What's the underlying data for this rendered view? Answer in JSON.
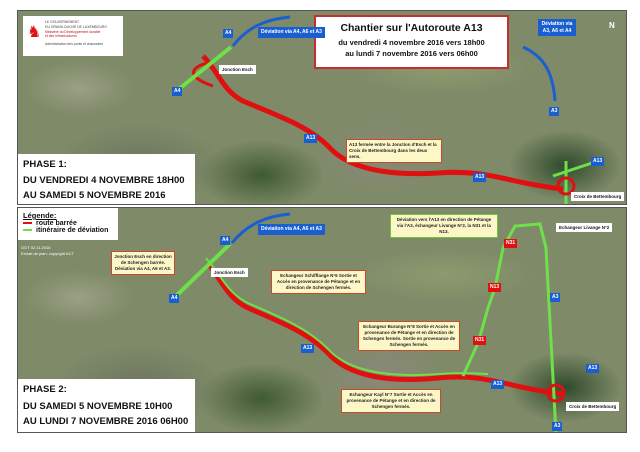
{
  "logo": {
    "line1": "LE GOUVERNEMENT",
    "line2": "DU GRAND-DUCHÉ DE LUXEMBOURG",
    "line3": "Ministère du Développement durable",
    "line4": "et des Infrastructures",
    "line5": "Administration des ponts et chaussées"
  },
  "header": {
    "title": "Chantier sur l'Autoroute A13",
    "line1": "du vendredi 4 novembre 2016 vers 18h00",
    "line2": "au lundi 7 novembre 2016 vers 06h00"
  },
  "phase1": {
    "title": "PHASE 1:",
    "from": "DU VENDREDI 4 NOVEMBRE 18H00",
    "to": "AU SAMEDI 5 NOVEMBRE 2016 10H00",
    "junction_esch": "Jonction Esch",
    "deviation_west": "Déviation via A4, A6 et A3",
    "deviation_east": "Déviation via A3, A6 et A4",
    "closure_note": "A13 fermée entre la Jonction d'Esch et la Croix de Bettembourg dans les deux sens.",
    "croix": "Croix de Bettembourg"
  },
  "phase2": {
    "title": "PHASE 2:",
    "from": "DU SAMEDI 5 NOVEMBRE 10H00",
    "to": "AU LUNDI 7 NOVEMBRE 2016 06H00",
    "junction_esch": "Jonction Esch",
    "deviation_west": "Déviation via A4, A6 et A3",
    "esch_note": "Jonction Esch en direction de Schengen barrée. Déviation via A4, A6 et A3.",
    "schifflange": "Echangeur Schifflange N°6 Sortie et Accès en provenance de Pétange et en direction de Schengen fermés.",
    "deviation_note": "Déviation vers l'A13 en direction de Pétange via l'A3, échangeur Livange N°2, la N31 et la N13.",
    "livange": "Echangeur Livange N°2",
    "burange": "Echangeur Burange N°8 Sortie et Accès en provenance de Pétange et en direction de Schengen fermés. Sortie en provenance de Schengen fermés.",
    "kayl": "Echangeur Kayl N°7 Sortie et Accès en provenance de Pétange et en direction de Schengen fermés.",
    "croix": "Croix de Bettembourg"
  },
  "legend": {
    "title": "Légende:",
    "closed": "route barrée",
    "detour": "itinéraire de déviation",
    "date": "OGT 02.11.2016",
    "copyright": "Extrait de plan: copyright ACT"
  },
  "shields": {
    "a4": "A4",
    "a13": "A13",
    "a3": "A3",
    "n31": "N31",
    "n13": "N13"
  },
  "colors": {
    "closed": "#e01010",
    "detour": "#6ee04a",
    "deviation_arrow": "#1a5fd0"
  },
  "compass": "N"
}
